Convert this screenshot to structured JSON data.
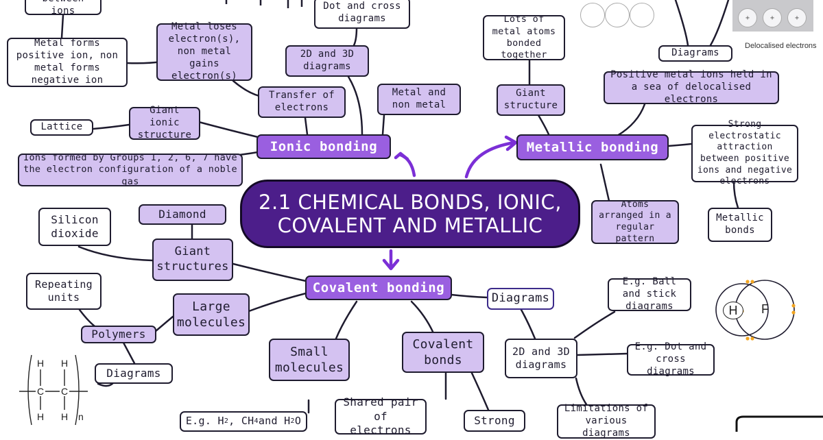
{
  "title_lines": [
    "2.1 CHEMICAL BONDS, IONIC,",
    "COVALENT AND METALLIC"
  ],
  "branches": {
    "ionic": "Ionic bonding",
    "metallic": "Metallic bonding",
    "covalent": "Covalent bonding"
  },
  "ionic_nodes": {
    "between_ions": "between ions",
    "metal_forms": "Metal forms positive ion, non metal forms negative ion",
    "metal_loses": "Metal loses electron(s), non metal gains electron(s)",
    "dot_cross": "Dot and cross diagrams",
    "diagrams_2d3d": "2D and 3D diagrams",
    "transfer": "Transfer of electrons",
    "metal_nonmetal": "Metal and non metal",
    "giant_ionic": "Giant ionic structure",
    "lattice": "Lattice",
    "ions_groups": "Ions formed by Groups 1, 2, 6, 7 have the electron configuration of a noble gas"
  },
  "metallic_nodes": {
    "lots_atoms": "Lots of metal atoms bonded together",
    "giant_structure": "Giant structure",
    "diagrams": "Diagrams",
    "positive_ions": "Positive metal ions held in a sea of delocalised electrons",
    "strong_attraction": "Strong electrostatic attraction between positive ions and negative electrons",
    "atoms_arranged": "Atoms arranged in a regular pattern",
    "metallic_bonds": "Metallic bonds",
    "image_caption": "Delocalised electrons"
  },
  "covalent_nodes": {
    "silicon_dioxide": "Silicon dioxide",
    "diamond": "Diamond",
    "giant_structures": "Giant structures",
    "repeating_units": "Repeating units",
    "large_molecules": "Large molecules",
    "polymers": "Polymers",
    "diagrams_left": "Diagrams",
    "small_molecules": "Small molecules",
    "covalent_bonds": "Covalent bonds",
    "diagrams_right": "Diagrams",
    "ball_stick": "E.g. Ball and stick diagrams",
    "diagrams_2d3d": "2D and 3D diagrams",
    "dot_cross": "E.g. Dot and cross diagrams",
    "shared_pair": "Shared pair of electrons",
    "strong": "Strong",
    "limitations": "Limitations of various diagrams",
    "example_prefix": "E.g. H",
    "example_ch": ", CH",
    "example_and": " and H",
    "example_o": "O",
    "sub2": "2",
    "sub4": "4"
  },
  "polymer_sketch": {
    "h": "H",
    "c": "C",
    "n": "n"
  },
  "hf_sketch": {
    "h": "H",
    "f": "F"
  }
}
